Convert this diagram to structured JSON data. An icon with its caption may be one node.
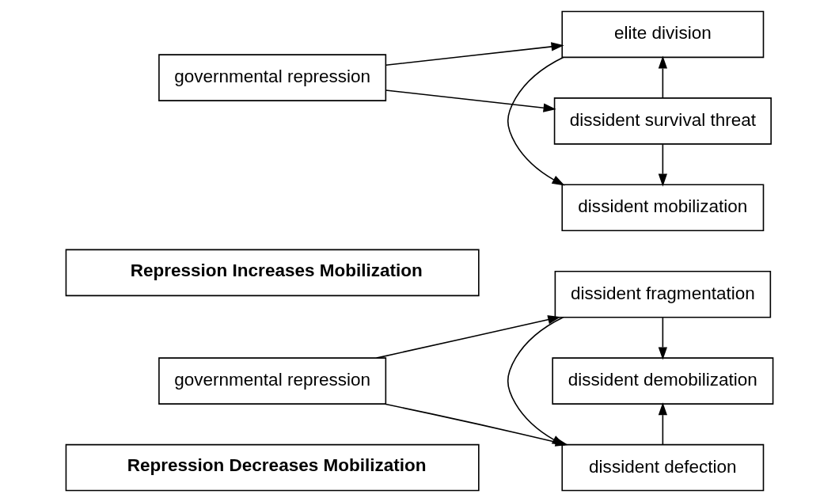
{
  "diagram": {
    "nodes": [
      {
        "text": [
          "Repression Decreases Mobilization"
        ]
      },
      {
        "text": [
          "governmental repression"
        ]
      },
      {
        "text": [
          "dissident fragmentation"
        ]
      },
      {
        "text": [
          "dissident defection"
        ]
      },
      {
        "text": [
          "dissident demobilization"
        ]
      },
      {
        "text": [
          "Repression Increases Mobilization"
        ]
      },
      {
        "text": [
          "governmental repression"
        ]
      },
      {
        "text": [
          "elite division"
        ]
      },
      {
        "text": [
          "dissident survival threat"
        ]
      },
      {
        "text": [
          "dissident mobilization"
        ]
      }
    ],
    "edges": [
      {
        "from": 1,
        "to": 2,
        "arrow": "to"
      },
      {
        "from": 2,
        "to": 3,
        "arrow": "to"
      },
      {
        "from": 1,
        "to": 3,
        "arrow": "to"
      },
      {
        "from": 2,
        "to": 4,
        "arrow": "to"
      },
      {
        "from": 3,
        "to": 4,
        "arrow": "to"
      },
      {
        "from": 6,
        "to": 7,
        "arrow": "to"
      },
      {
        "from": 8,
        "to": 7,
        "arrow": "to"
      },
      {
        "from": 6,
        "to": 8,
        "arrow": "to"
      },
      {
        "from": 7,
        "to": 9,
        "arrow": "to"
      },
      {
        "from": 8,
        "to": 9,
        "arrow": "to"
      }
    ]
  }
}
